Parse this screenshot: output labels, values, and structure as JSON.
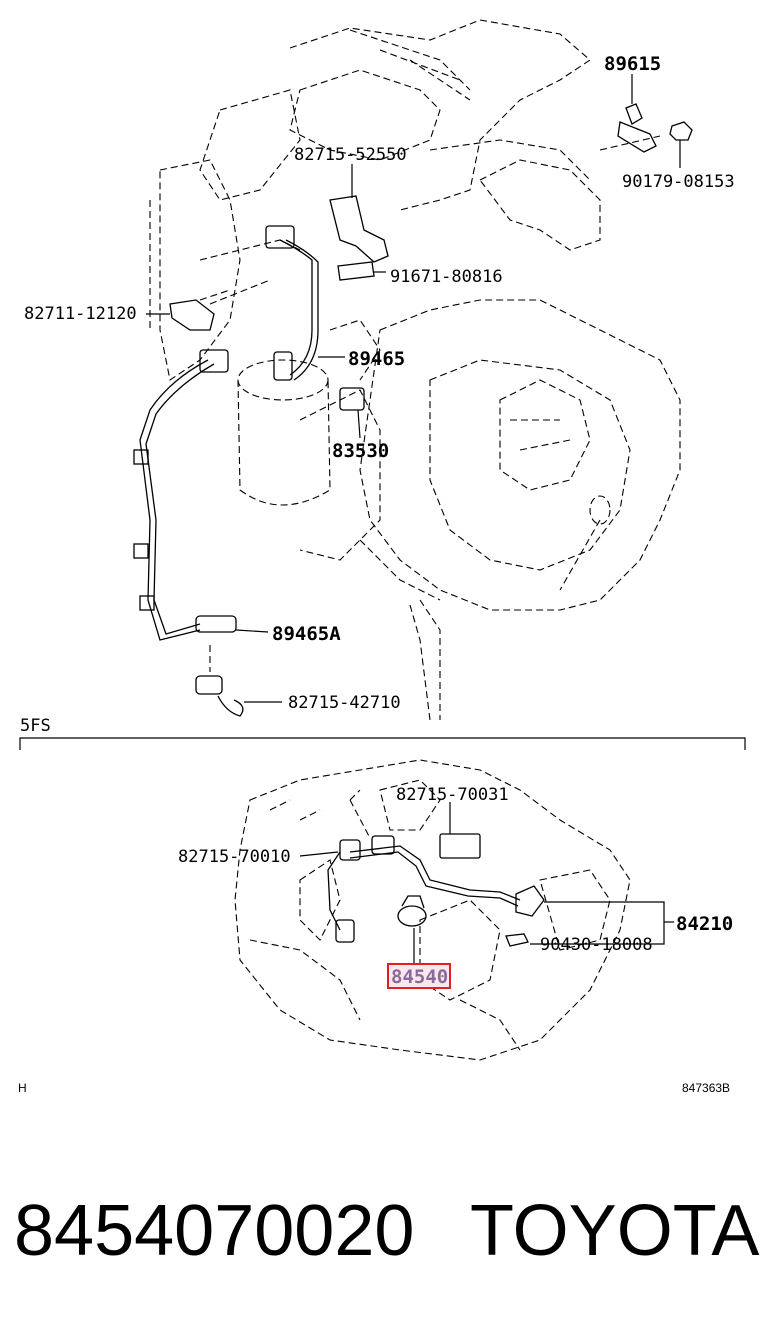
{
  "upper": {
    "labels": [
      "89615",
      "90179-08153",
      "82715-52550",
      "91671-80816",
      "82711-12120",
      "89465",
      "83530",
      "89465A",
      "82715-42710"
    ]
  },
  "section_label": "5FS",
  "lower": {
    "labels": [
      "82715-70031",
      "82715-70010",
      "84210",
      "90430-18008",
      "84540"
    ],
    "highlighted_part": "84540"
  },
  "corner_left": "H",
  "corner_right": "847363B",
  "footer": {
    "part_number": "8454070020",
    "brand": "TOYOTA"
  },
  "colors": {
    "highlight_border": "#e0201e",
    "highlight_text": "#8a6a9a"
  }
}
